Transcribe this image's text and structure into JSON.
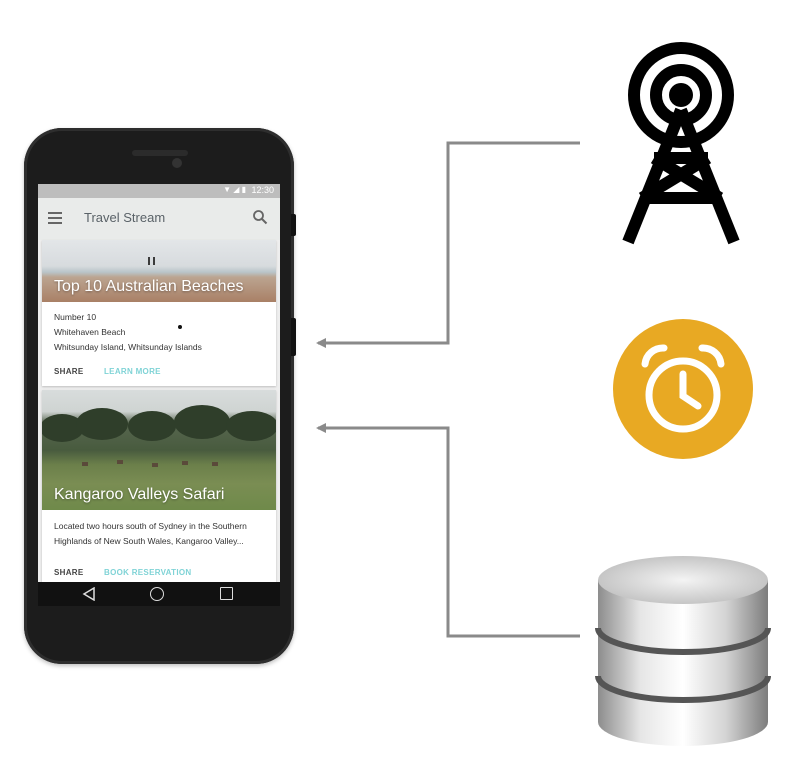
{
  "phone": {
    "status_time": "12:30",
    "app_title": "Travel Stream",
    "cards": [
      {
        "title": "Top 10 Australian Beaches",
        "lines": [
          "Number 10",
          "Whitehaven Beach",
          "Whitsunday Island, Whitsunday Islands"
        ],
        "actions": {
          "share": "SHARE",
          "primary": "LEARN MORE"
        }
      },
      {
        "title": "Kangaroo Valleys Safari",
        "lines": [
          "Located two hours south of Sydney in the Southern",
          "Highlands of New South Wales, Kangaroo Valley..."
        ],
        "actions": {
          "share": "SHARE",
          "primary": "BOOK RESERVATION"
        }
      }
    ]
  },
  "icons": {
    "tower": "cell-tower-icon",
    "clock": "alarm-clock-icon",
    "database": "database-icon"
  },
  "colors": {
    "connector": "#8a8a8a",
    "clock_bg": "#e8a923",
    "accent_action": "#7fd3d6"
  }
}
